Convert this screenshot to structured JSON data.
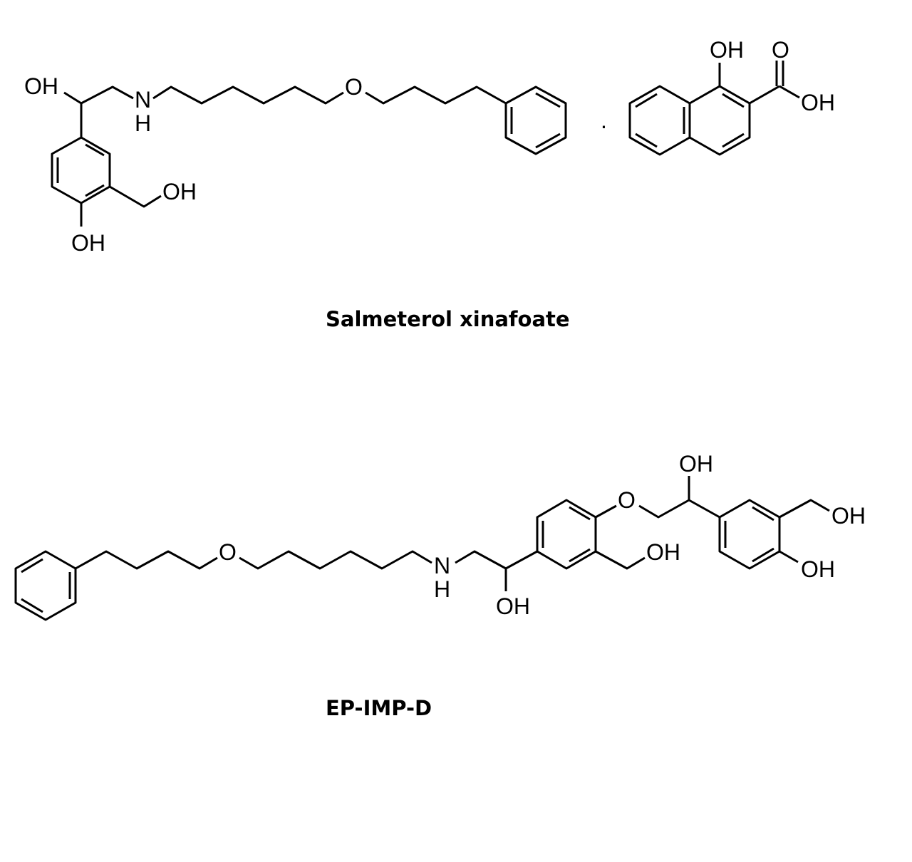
{
  "structures": [
    {
      "name": "Salmeterol xinafoate",
      "separator": ".",
      "atom_labels": {
        "oh_side_chain": "OH",
        "nh_n": "N",
        "nh_h": "H",
        "ether_o": "O",
        "ch2oh": "OH",
        "phenol_oh": "OH",
        "naphthol_oh": "OH",
        "carbonyl_o": "O",
        "acid_oh": "OH"
      }
    },
    {
      "name": "EP-IMP-D",
      "atom_labels": {
        "ether_o_chain": "O",
        "nh_n": "N",
        "nh_h": "H",
        "oh_side_chain": "OH",
        "ch2oh_mid": "OH",
        "ether_o_aryl": "O",
        "oh_top": "OH",
        "ch2oh_right": "OH",
        "phenol_oh": "OH"
      }
    }
  ]
}
